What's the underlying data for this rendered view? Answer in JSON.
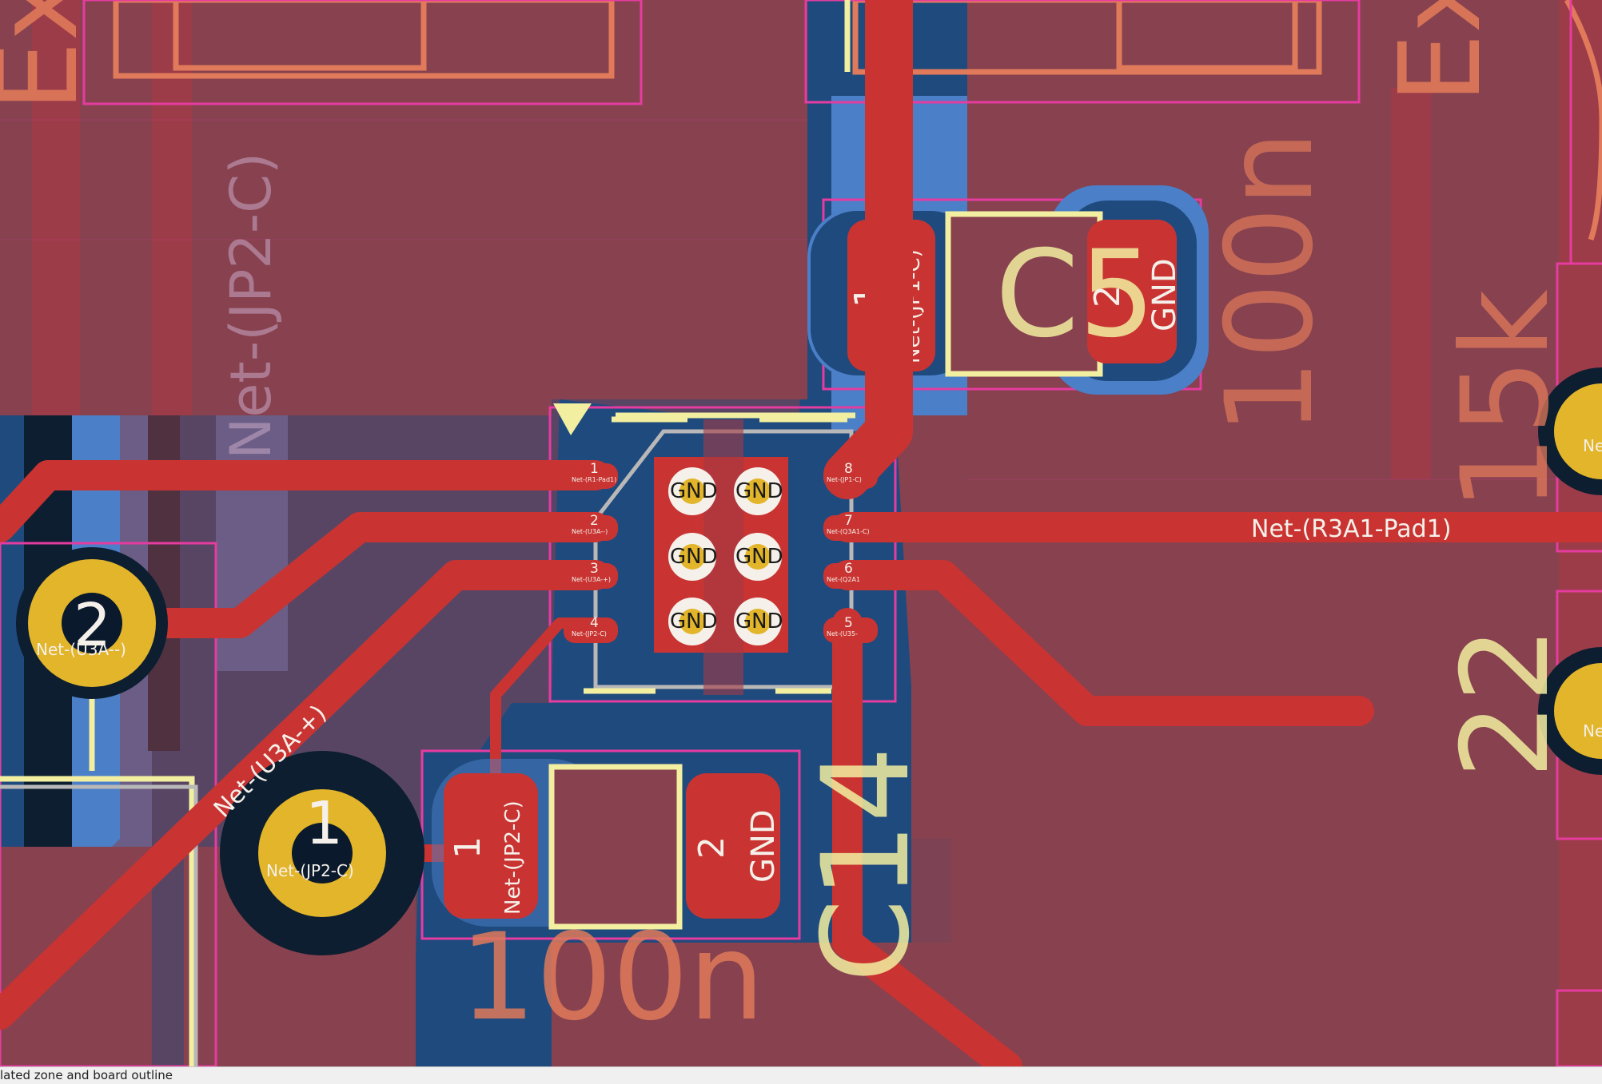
{
  "colors": {
    "background_board": "#1f4a7e",
    "copper_zone": "#87414f",
    "front_copper": "#c93432",
    "back_copper": "#4b7fc7",
    "silkscreen": "#f3efa0",
    "fab_outline": "#e07a5a",
    "courtyard": "#e63ca0",
    "pad_gold": "#e3b52a",
    "hole": "#0a1a2c",
    "label_fg": "#f5f0ea"
  },
  "labels": {
    "net_jp2c_vertical": "Net-(JP2-C)",
    "ex_left": "Ex",
    "ex_right": "Ex",
    "c5_ref": "C5",
    "c5_value": "100n",
    "c5_pad1_num": "1",
    "c5_pad1_net": "Net-(JP1-C)",
    "c5_pad2_num": "2",
    "c5_pad2_net": "GND",
    "r_value_15k": "15k",
    "r_value_22": "22",
    "u_pin1_num": "1",
    "u_pin1_net": "Net-(R1-Pad1)",
    "u_pin2_num": "2",
    "u_pin2_net": "Net-(U3A--)",
    "u_pin3_num": "3",
    "u_pin3_net": "Net-(U3A-+)",
    "u_pin4_num": "4",
    "u_pin4_net": "Net-(JP2-C)",
    "u_pin5_num": "5",
    "u_pin5_net": "Net-(U35-",
    "u_pin6_num": "6",
    "u_pin6_net": "Net-(Q2A1",
    "u_pin7_num": "7",
    "u_pin7_net": "Net-(Q3A1-C)",
    "u_pin8_num": "8",
    "u_pin8_net": "Net-(JP1-C)",
    "ep_gnd": "GND",
    "net_r3a1": "Net-(R3A1-Pad1)",
    "pad_big2_num": "2",
    "pad_big2_net": "Net-(U3A--)",
    "pad_big1_num": "1",
    "pad_big1_net": "Net-(JP2-C)",
    "net_u3a_plus": "Net-(U3A-+)",
    "c14_ref": "C14",
    "c14_value": "100n",
    "c14_pad1_num": "1",
    "c14_pad1_net": "Net-(JP2-C)",
    "c14_pad2_num": "2",
    "c14_pad2_net": "GND",
    "ne_right_a": "Ne",
    "ne_right_b": "Ne"
  },
  "status": {
    "text": "lated zone and board outline"
  }
}
